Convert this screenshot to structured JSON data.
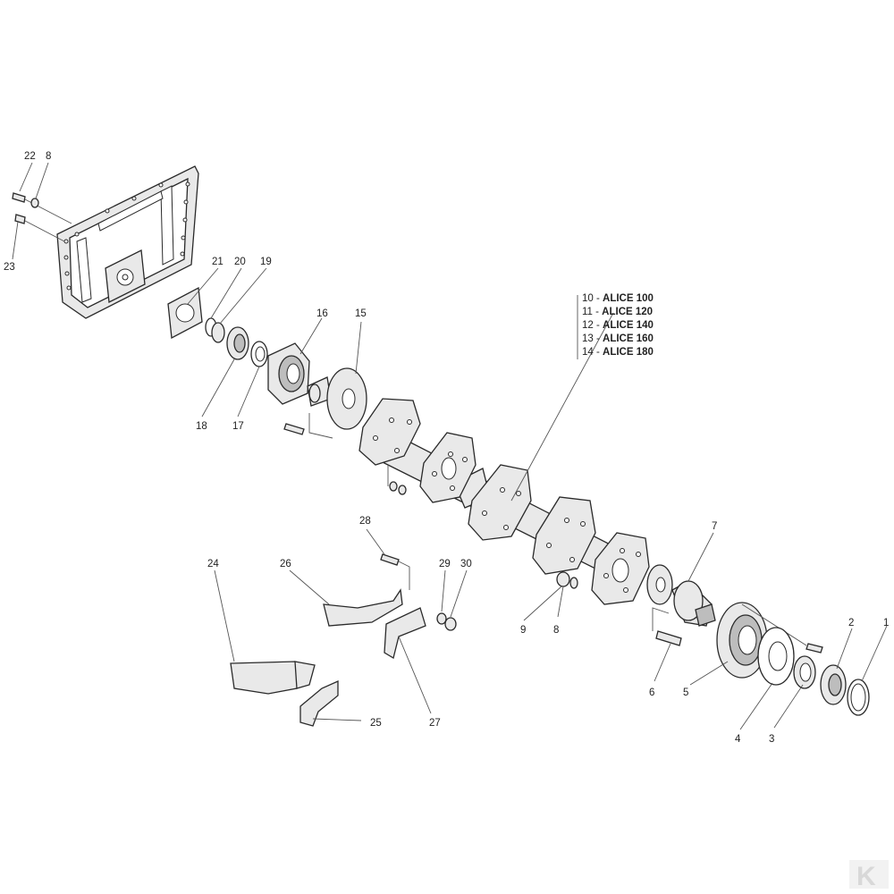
{
  "callouts": [
    {
      "id": "c1",
      "text": "1"
    },
    {
      "id": "c2",
      "text": "2"
    },
    {
      "id": "c3",
      "text": "3"
    },
    {
      "id": "c4",
      "text": "4"
    },
    {
      "id": "c5",
      "text": "5"
    },
    {
      "id": "c6",
      "text": "6"
    },
    {
      "id": "c7",
      "text": "7"
    },
    {
      "id": "c8a",
      "text": "8"
    },
    {
      "id": "c8b",
      "text": "8"
    },
    {
      "id": "c9",
      "text": "9"
    },
    {
      "id": "c15",
      "text": "15"
    },
    {
      "id": "c16",
      "text": "16"
    },
    {
      "id": "c17",
      "text": "17"
    },
    {
      "id": "c18",
      "text": "18"
    },
    {
      "id": "c19",
      "text": "19"
    },
    {
      "id": "c20",
      "text": "20"
    },
    {
      "id": "c21",
      "text": "21"
    },
    {
      "id": "c22",
      "text": "22"
    },
    {
      "id": "c23",
      "text": "23"
    },
    {
      "id": "c24",
      "text": "24"
    },
    {
      "id": "c25",
      "text": "25"
    },
    {
      "id": "c26",
      "text": "26"
    },
    {
      "id": "c27",
      "text": "27"
    },
    {
      "id": "c28",
      "text": "28"
    },
    {
      "id": "c29",
      "text": "29"
    },
    {
      "id": "c30",
      "text": "30"
    }
  ],
  "models": [
    {
      "num": "10 - ",
      "name": "ALICE 100"
    },
    {
      "num": "11 - ",
      "name": "ALICE 120"
    },
    {
      "num": "12 - ",
      "name": "ALICE 140"
    },
    {
      "num": "13 - ",
      "name": "ALICE 160"
    },
    {
      "num": "14 - ",
      "name": "ALICE 180"
    }
  ],
  "watermark": {
    "icon": "k-logo-icon",
    "text": "K"
  },
  "colors": {
    "line": "#2a2a2a",
    "fill": "#e9e9e9",
    "shade": "#bdbdbd",
    "background": "#ffffff"
  }
}
